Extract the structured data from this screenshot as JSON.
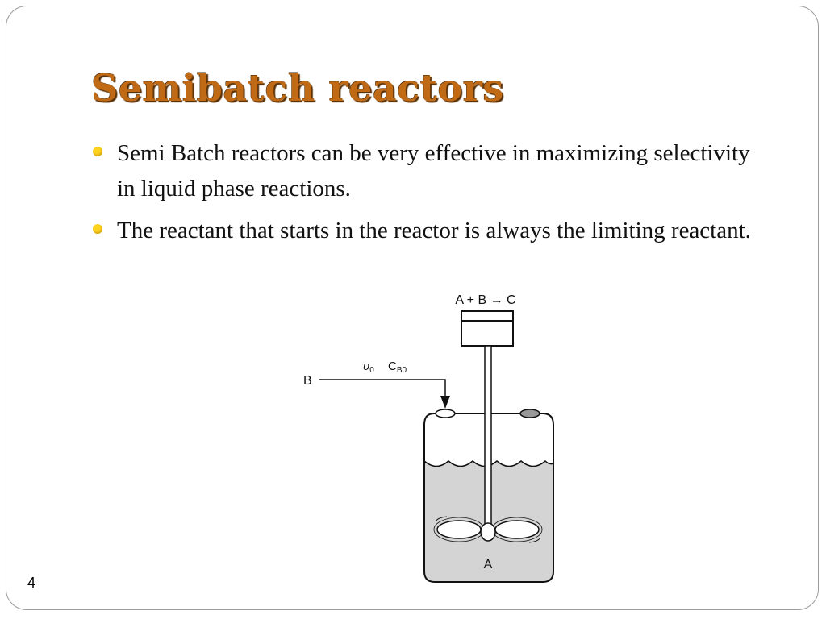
{
  "slide": {
    "title": "Semibatch reactors",
    "page_number": "4",
    "bullets": [
      "Semi Batch reactors can be very effective in maximizing selectivity in liquid phase reactions.",
      "The reactant that starts in the reactor is always the limiting reactant."
    ],
    "accent_color": "#c06a16",
    "bullet_color": "#ffd21f"
  },
  "diagram": {
    "reaction_label": "A + B → C",
    "feed_label": "B",
    "flow_symbol": "υ",
    "flow_subscript": "0",
    "conc_symbol": "C",
    "conc_subscript": "B0",
    "tank_label": "A",
    "liquid_color": "#d4d4d4"
  }
}
